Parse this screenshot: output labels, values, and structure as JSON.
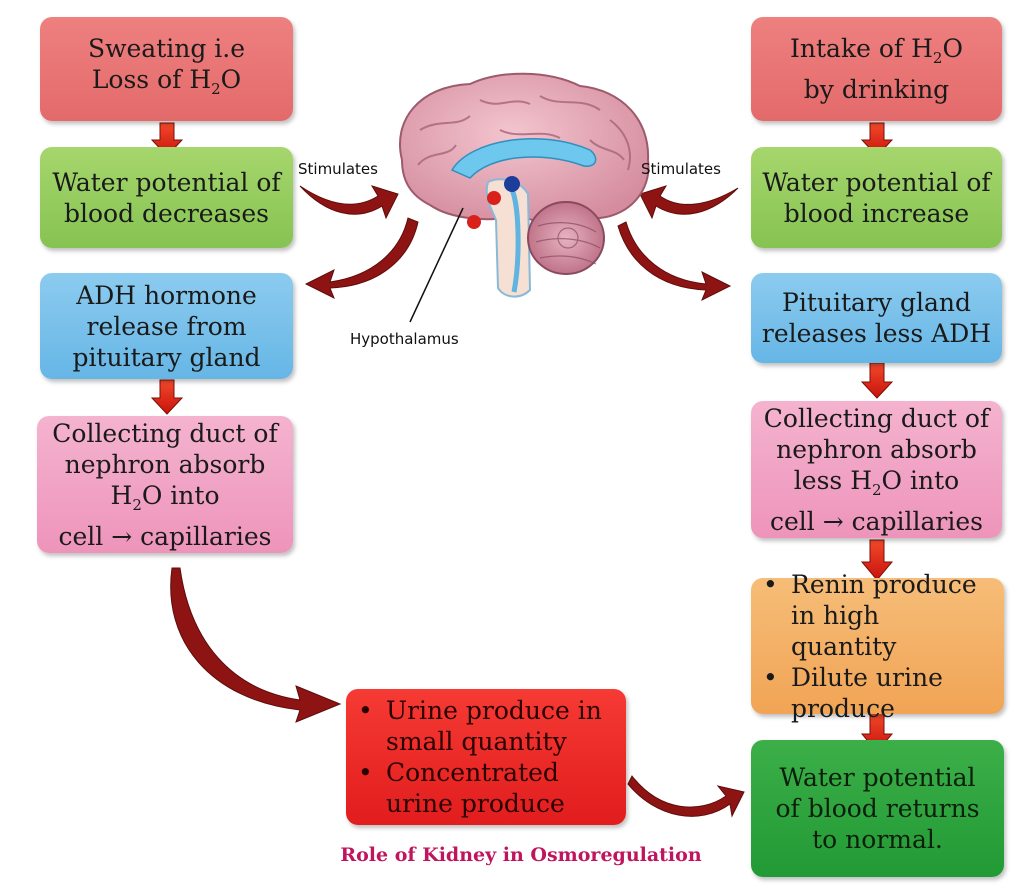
{
  "left": {
    "box1": {
      "line1": "Sweating i.e",
      "line2_pre": "Loss of H",
      "line2_sub": "2",
      "line2_post": "O"
    },
    "box2": {
      "line1": "Water potential of",
      "line2": "blood decreases"
    },
    "box3": {
      "line1": "ADH hormone",
      "line2": "release from",
      "line3": "pituitary gland"
    },
    "box4": {
      "line1": "Collecting duct of",
      "line2": "nephron absorb",
      "line3_pre": "H",
      "line3_sub": "2",
      "line3_post": "O into",
      "line4": "cell → capillaries"
    }
  },
  "right": {
    "box1": {
      "line1_pre": "Intake of H",
      "line1_sub": "2",
      "line1_post": "O",
      "line2": "by drinking"
    },
    "box2": {
      "line1": "Water potential of",
      "line2": "blood increase"
    },
    "box3": {
      "line1": "Pituitary gland",
      "line2": "releases less ADH"
    },
    "box4": {
      "line1": "Collecting duct of",
      "line2": "nephron absorb",
      "line3_pre": "less H",
      "line3_sub": "2",
      "line3_post": "O into",
      "line4": "cell → capillaries"
    },
    "box5": {
      "bullet1": "Renin produce in high quantity",
      "bullet2": "Dilute urine produce"
    },
    "box6": {
      "line1": "Water potential",
      "line2": "of blood returns",
      "line3": "to normal."
    }
  },
  "center": {
    "box": {
      "bullet1": "Urine produce in small quantity",
      "bullet2": "Concentrated urine produce"
    }
  },
  "labels": {
    "stimulates_left": "Stimulates",
    "stimulates_right": "Stimulates",
    "hypothalamus": "Hypothalamus"
  },
  "caption": "Role of Kidney in Osmoregulation",
  "colors": {
    "arrow_red": "#e0261c",
    "arrow_dark_red": "#8e1414",
    "caption": "#c0155e"
  }
}
